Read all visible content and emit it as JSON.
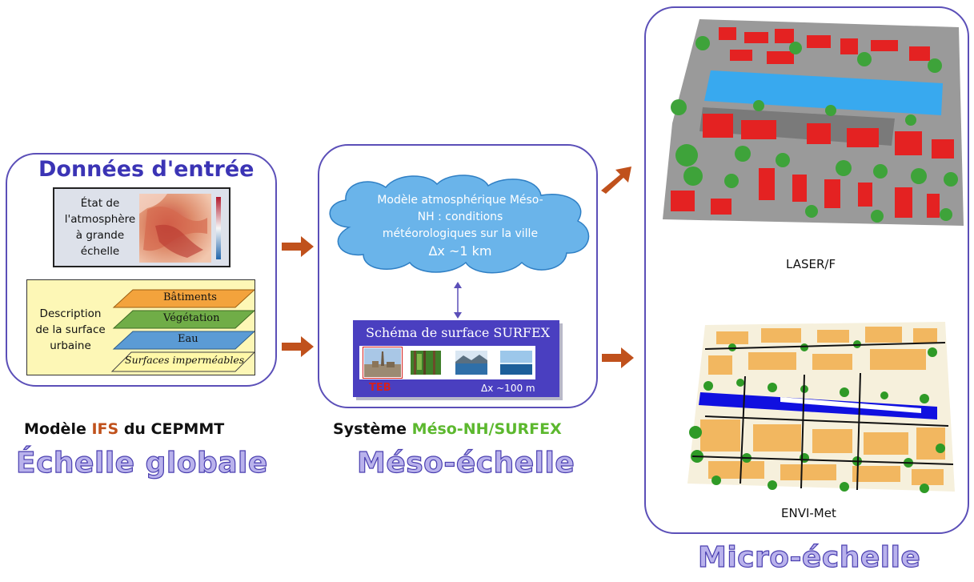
{
  "input": {
    "title": "Données d'entrée",
    "atmo_text": [
      "État de",
      "l'atmosphère",
      "à grande",
      "échelle"
    ],
    "surface_text": [
      "Description",
      "de la surface",
      "urbaine"
    ],
    "layers": [
      "Bâtiments",
      "Végétation",
      "Eau",
      "Surfaces imperméables"
    ]
  },
  "left_caption": {
    "prefix": "Modèle ",
    "highlight": "IFS",
    "suffix": " du CEPMMT"
  },
  "left_scale": "Échelle globale",
  "meso": {
    "cloud_text": [
      "Modèle atmosphérique Méso-",
      "NH : conditions",
      "météorologiques sur la ville"
    ],
    "cloud_dx": "Δx ~1 km",
    "surfex_title": "Schéma de surface SURFEX",
    "teb_label": "TEB",
    "surfex_dx": "Δx ~100 m"
  },
  "mid_caption": {
    "prefix": "Système ",
    "highlight": "Méso-NH/SURFEX"
  },
  "mid_scale": "Méso-échelle",
  "micro": {
    "laser_label": "LASER/F",
    "envi_label": "ENVI-Met"
  },
  "right_scale": "Micro-échelle",
  "colors": {
    "panel_border": "#5b4fb8",
    "arrow": "#c0511c",
    "ifs": "#c0511c",
    "mesonh": "#5cb82e",
    "cloud": "#6ab4ea",
    "surfex_bg": "#4a3fc0"
  }
}
